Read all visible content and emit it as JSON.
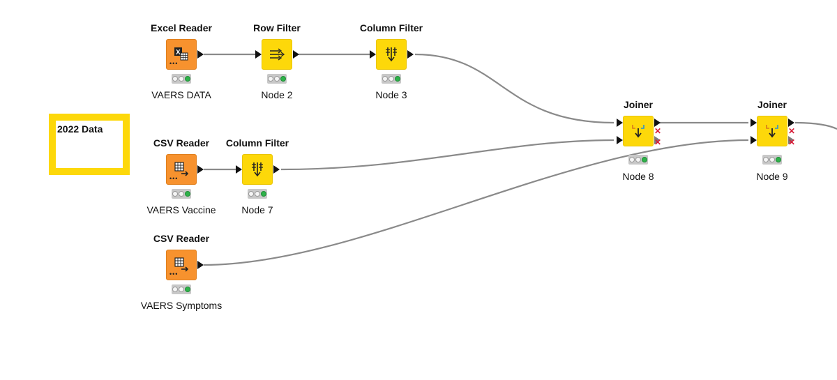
{
  "annotation": {
    "text": "2022 Data"
  },
  "nodes": {
    "excel_reader": {
      "title": "Excel Reader",
      "label": "VAERS DATA"
    },
    "row_filter": {
      "title": "Row Filter",
      "label": "Node 2"
    },
    "column_filter_1": {
      "title": "Column Filter",
      "label": "Node 3"
    },
    "csv_reader_1": {
      "title": "CSV Reader",
      "label": "VAERS Vaccine"
    },
    "column_filter_2": {
      "title": "Column Filter",
      "label": "Node 7"
    },
    "csv_reader_2": {
      "title": "CSV Reader",
      "label": "VAERS Symptoms"
    },
    "joiner_1": {
      "title": "Joiner",
      "label": "Node 8"
    },
    "joiner_2": {
      "title": "Joiner",
      "label": "Node 9"
    }
  },
  "icons": {
    "excel_reader": "excel-reader-icon",
    "row_filter": "row-filter-icon",
    "column_filter": "column-filter-icon",
    "csv_reader": "csv-reader-icon",
    "joiner": "joiner-icon",
    "port": "port-triangle-icon",
    "status": "traffic-light-status-icon"
  },
  "colors": {
    "reader_node": "#f7922e",
    "manipulator_node": "#fdd80a",
    "annotation_border": "#fdd80a",
    "connection": "#888888",
    "status_executed": "#2fb24a"
  }
}
